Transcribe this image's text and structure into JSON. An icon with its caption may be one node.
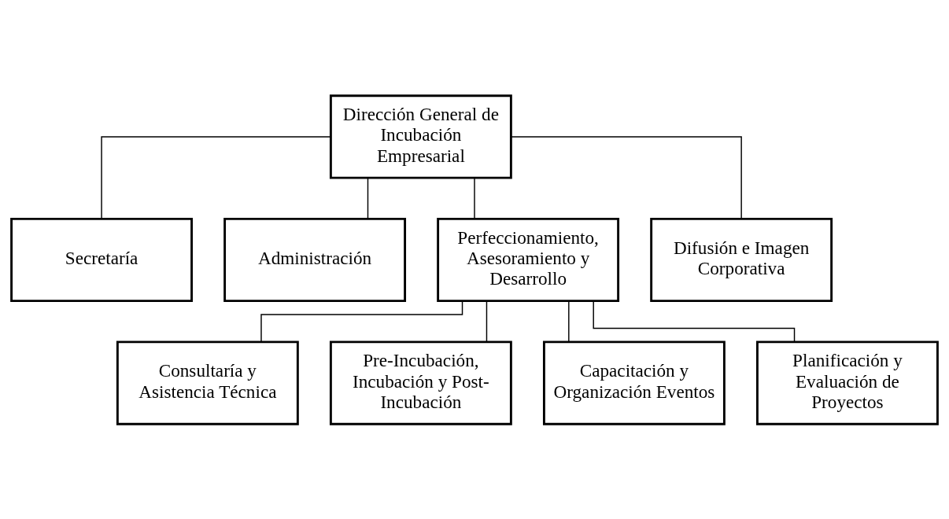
{
  "diagram": {
    "nodes": [
      {
        "text": [
          "Dirección General de Incubación Empresarial"
        ]
      },
      {
        "text": [
          "Secretaría"
        ]
      },
      {
        "text": [
          "Administración"
        ]
      },
      {
        "text": [
          "Perfeccionamiento, Asesoramiento y Desarrollo"
        ]
      },
      {
        "text": [
          "Difusión e Imagen Corporativa"
        ]
      },
      {
        "text": [
          "Consultaría y Asistencia Técnica"
        ]
      },
      {
        "text": [
          "Pre-Incubación, Incubación y Post-Incubación"
        ]
      },
      {
        "text": [
          "Capacitación y Organización Eventos"
        ]
      },
      {
        "text": [
          "Planificación y Evaluación de Proyectos"
        ]
      }
    ],
    "edges": [
      {
        "from": 0,
        "to": 1,
        "arrow": "none"
      },
      {
        "from": 0,
        "to": 2,
        "arrow": "none"
      },
      {
        "from": 0,
        "to": 3,
        "arrow": "none"
      },
      {
        "from": 0,
        "to": 4,
        "arrow": "none"
      },
      {
        "from": 3,
        "to": 5,
        "arrow": "none"
      },
      {
        "from": 3,
        "to": 6,
        "arrow": "none"
      },
      {
        "from": 3,
        "to": 7,
        "arrow": "none"
      },
      {
        "from": 3,
        "to": 8,
        "arrow": "none"
      }
    ]
  }
}
